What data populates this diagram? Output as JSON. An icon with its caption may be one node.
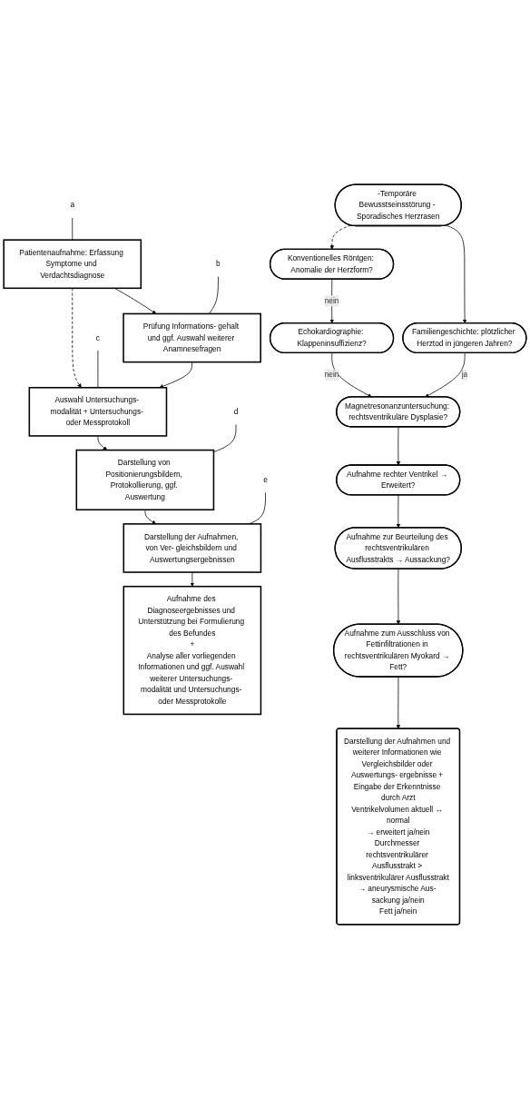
{
  "diagram": {
    "nodes": [
      {
        "text": [
          "Patientenaufnahme: Erfassung Symptome und Verdachtsdiagnose"
        ]
      },
      {
        "text": [
          "a"
        ]
      },
      {
        "text": [
          "Prüfung Informations- gehalt und ggf. Auswahl weiterer Anamnesefragen"
        ]
      },
      {
        "text": [
          "b"
        ]
      },
      {
        "text": [
          "c"
        ]
      },
      {
        "text": [
          "Auswahl Untersuchungs- modalität + Untersuchungs- oder Messprotokoll"
        ]
      },
      {
        "text": [
          "d"
        ]
      },
      {
        "text": [
          "Darstellung von Positionierungsbildern, Protokollierung, ggf. Auswertung"
        ]
      },
      {
        "text": [
          "e"
        ]
      },
      {
        "text": [
          "Darstellung der Aufnahmen, von Ver- gleichsbildern und Auswertungsergebnissen"
        ]
      },
      {
        "text": [
          "Aufnahme des Diagnoseergebnisses und Unterstützung bei Formulierung des Befundes",
          "+",
          "Analyse aller vorliegenden Informationen und ggf. Auswahl weiterer Untersuchungs- modalität und Untersuchungs- oder Messprotokolle"
        ]
      },
      {
        "text": [
          "-Temporäre Bewusstseinsstörung - Sporadisches Herzrasen"
        ]
      },
      {
        "text": [
          "Familiengeschichte: plötzlicher Herztod in jüngeren Jahren?"
        ]
      },
      {
        "text": [
          "Konventionelles Röntgen: Anomalie der Herzform?"
        ]
      },
      {
        "text": [
          "Echokardiographie: Klappeninsuffizienz?"
        ]
      },
      {
        "text": [
          "Magnetresonanzuntersuchung: rechtsventrikuläre Dysplasie?"
        ]
      },
      {
        "text": [
          "Aufnahme rechter Ventrikel → Erweitert?"
        ]
      },
      {
        "text": [
          "Aufnahme zur Beurteilung des rechtsventrikulären Ausflusstrakts → Aussackung?"
        ]
      },
      {
        "text": [
          "Aufnahme zum Ausschluss von Fettinfiltrationen in rechtsventrikulären Myokard → Fett?"
        ]
      },
      {
        "text": [
          "Darstellung der Aufnahmen und weiterer Informationen wie Vergleichsbilder oder Auswertungs- ergebnisse + Eingabe der Erkenntnisse durch Arzt",
          "Ventrikelvolumen aktuell ↔ normal",
          "→ erweitert ja/nein",
          "Durchmesser rechtsventrikulärer Ausflusstrakt > linksventrikulärer Ausflusstrakt",
          "→ aneurysmische Aus- sackung ja/nein",
          "Fett ja/nein"
        ]
      }
    ],
    "edges": [
      {
        "from": 0,
        "to": 2,
        "arrow": "to"
      },
      {
        "from": 1,
        "to": 0,
        "arrow": "none"
      },
      {
        "from": 2,
        "to": 5,
        "arrow": "to"
      },
      {
        "from": 3,
        "to": 2,
        "arrow": "none"
      },
      {
        "from": 4,
        "to": 5,
        "arrow": "none"
      },
      {
        "from": 0,
        "to": 5,
        "arrow": "to",
        "style": "dashed"
      },
      {
        "from": 5,
        "to": 7,
        "arrow": "to"
      },
      {
        "from": 6,
        "to": 7,
        "arrow": "none"
      },
      {
        "from": 7,
        "to": 9,
        "arrow": "to"
      },
      {
        "from": 8,
        "to": 9,
        "arrow": "none"
      },
      {
        "from": 9,
        "to": 10,
        "arrow": "to"
      },
      {
        "from": 11,
        "to": 12,
        "arrow": "to"
      },
      {
        "from": 11,
        "to": 13,
        "arrow": "to",
        "style": "dashed"
      },
      {
        "from": 12,
        "to": 15,
        "arrow": "to",
        "label": "ja"
      },
      {
        "from": 13,
        "to": 14,
        "arrow": "to",
        "label": "nein"
      },
      {
        "from": 14,
        "to": 15,
        "arrow": "to",
        "label": "nein"
      },
      {
        "from": 15,
        "to": 16,
        "arrow": "to"
      },
      {
        "from": 16,
        "to": 17,
        "arrow": "to"
      },
      {
        "from": 17,
        "to": 18,
        "arrow": "to"
      },
      {
        "from": 18,
        "to": 19,
        "arrow": "to"
      }
    ]
  }
}
